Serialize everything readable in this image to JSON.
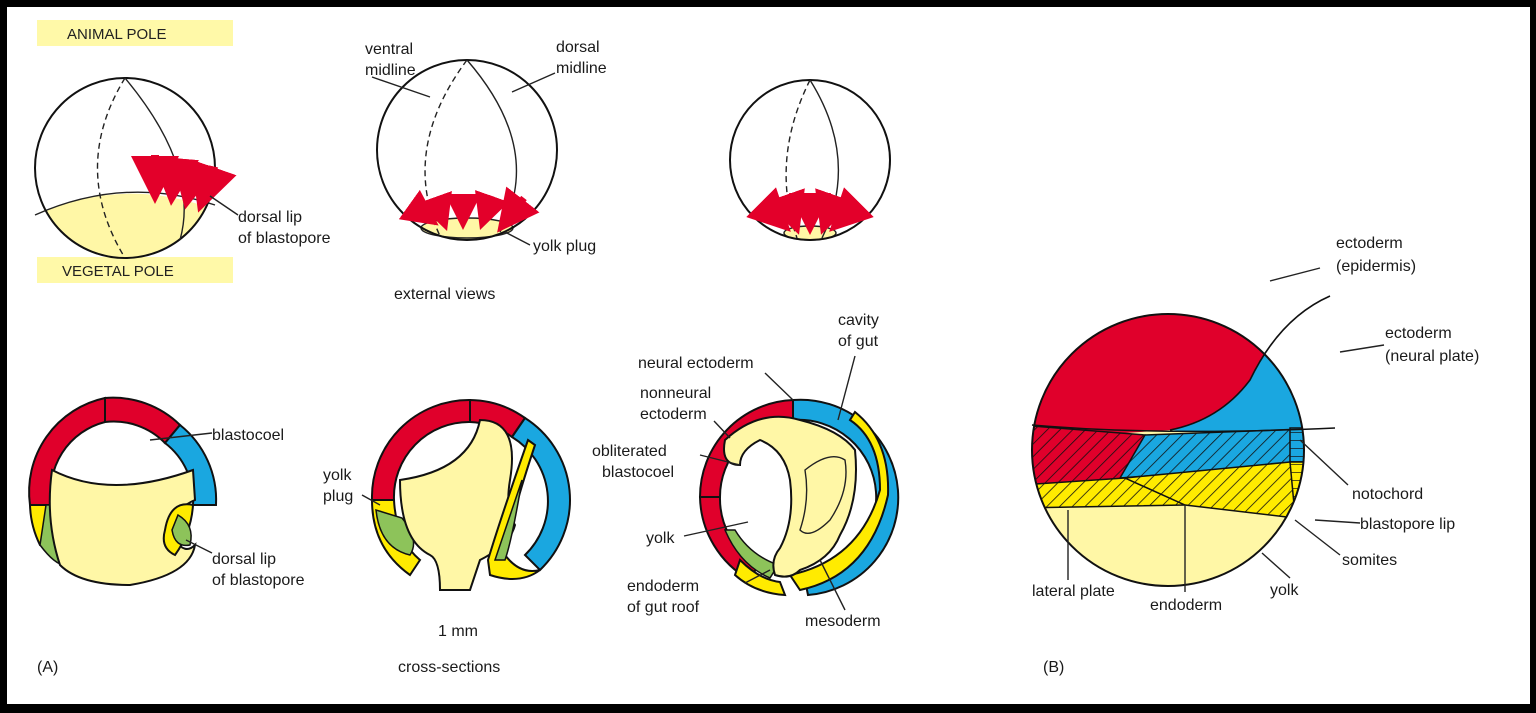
{
  "colors": {
    "ectoderm_epidermis": "#e0002b",
    "neural_plate": "#1aa7e0",
    "mesoderm": "#ffeb00",
    "endoderm": "#8dc35a",
    "yolk": "#fff7a6",
    "pole_label_bg": "#fff9a8",
    "arrow": "#e3002a"
  },
  "panel_a": {
    "panel_label": "(A)",
    "animal_pole": "ANIMAL POLE",
    "vegetal_pole": "VEGETAL POLE",
    "external_views": {
      "caption": "external views",
      "ventral_midline": [
        "ventral",
        "midline"
      ],
      "dorsal_midline": [
        "dorsal",
        "midline"
      ],
      "dorsal_lip": [
        "dorsal lip",
        "of blastopore"
      ],
      "yolk_plug": "yolk plug"
    },
    "cross_sections": {
      "caption": "cross-sections",
      "scale": "1 mm",
      "blastocoel": "blastocoel",
      "dorsal_lip": [
        "dorsal lip",
        "of blastopore"
      ],
      "yolk_plug": [
        "yolk",
        "plug"
      ],
      "neural_ectoderm": "neural ectoderm",
      "nonneural_ectoderm": [
        "nonneural",
        "ectoderm"
      ],
      "obliterated_blastocoel": [
        "obliterated",
        "blastocoel"
      ],
      "yolk": "yolk",
      "endoderm_gut_roof": [
        "endoderm",
        "of gut roof"
      ],
      "cavity_of_gut": [
        "cavity",
        "of gut"
      ],
      "mesoderm": "mesoderm"
    }
  },
  "panel_b": {
    "panel_label": "(B)",
    "ectoderm_epidermis": [
      "ectoderm",
      "(epidermis)"
    ],
    "ectoderm_neural_plate": [
      "ectoderm",
      "(neural plate)"
    ],
    "notochord": "notochord",
    "blastopore_lip": "blastopore lip",
    "somites": "somites",
    "yolk": "yolk",
    "endoderm": "endoderm",
    "lateral_plate": "lateral plate"
  }
}
